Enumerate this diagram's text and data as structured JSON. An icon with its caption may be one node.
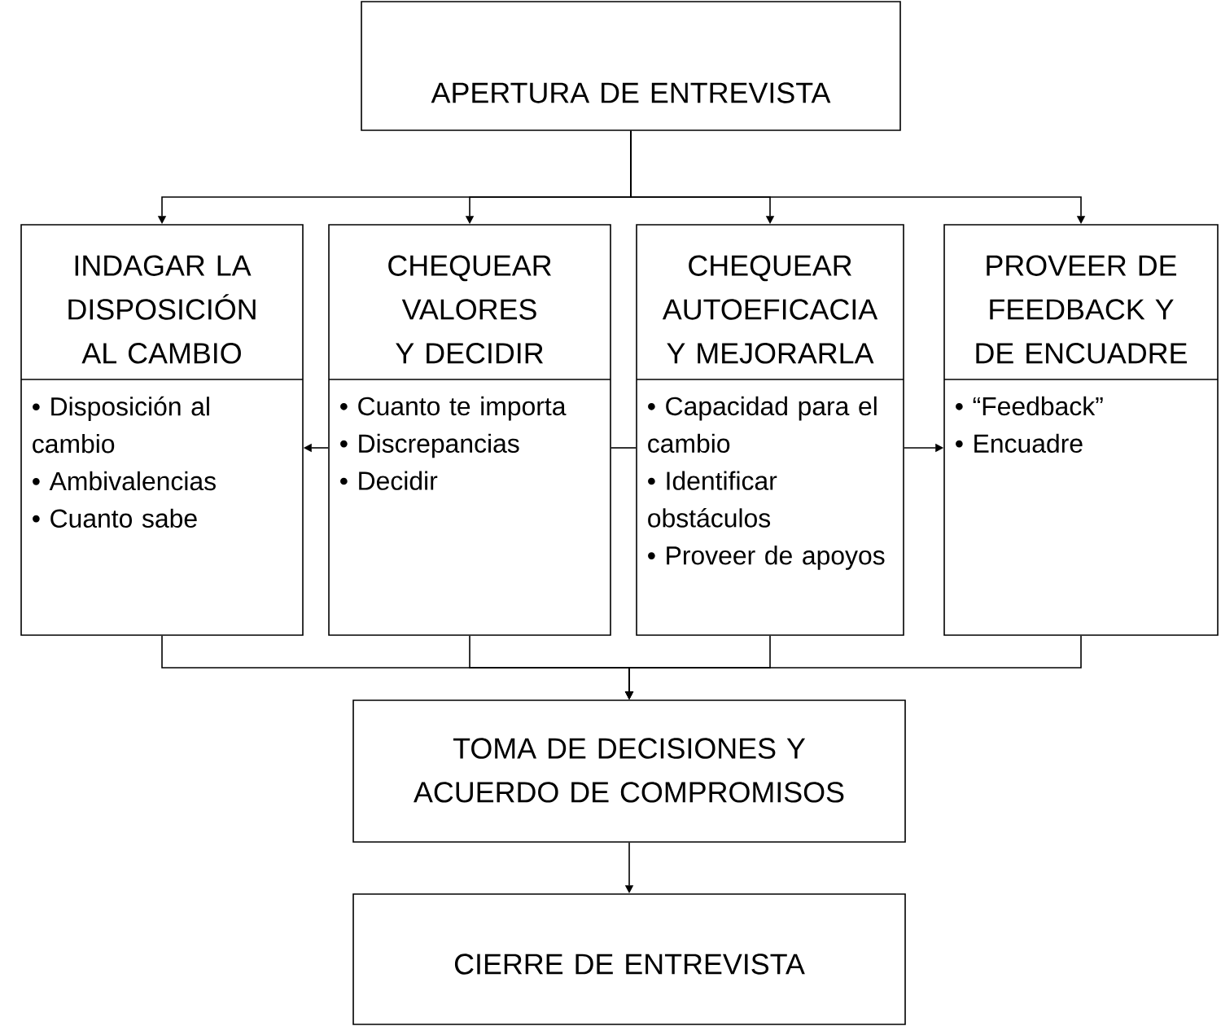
{
  "diagram": {
    "nodes": [
      {
        "text": [
          "APERTURA DE ENTREVISTA"
        ]
      },
      {
        "text": [
          "INDAGAR  LA DISPOSICIÓN AL CAMBIO",
          "• Disposición al cambio",
          "• Ambivalencias",
          "• Cuanto sabe"
        ]
      },
      {
        "text": [
          "CHEQUEAR VALORES Y DECIDIR",
          "• Cuanto te importa",
          "• Discrepancias",
          "• Decidir"
        ]
      },
      {
        "text": [
          "CHEQUEAR AUTOEFICACIA Y MEJORARLA",
          "• Capacidad para el cambio",
          "• Identificar obstáculos",
          "• Proveer de apoyos"
        ]
      },
      {
        "text": [
          "PROVEER DE FEEDBACK Y DE ENCUADRE",
          "• “Feedback”",
          "• Encuadre"
        ]
      },
      {
        "text": [
          "TOMA DE DECISIONES Y ACUERDO DE COMPROMISOS"
        ]
      },
      {
        "text": [
          "CIERRE DE ENTREVISTA"
        ]
      }
    ],
    "edges": [
      {
        "from": 0,
        "to": 1,
        "arrow": "to"
      },
      {
        "from": 0,
        "to": 2,
        "arrow": "to"
      },
      {
        "from": 0,
        "to": 3,
        "arrow": "to"
      },
      {
        "from": 0,
        "to": 4,
        "arrow": "to"
      },
      {
        "from": 2,
        "to": 1,
        "arrow": "to"
      },
      {
        "from": 3,
        "to": 2,
        "arrow": "none"
      },
      {
        "from": 3,
        "to": 4,
        "arrow": "to"
      },
      {
        "from": 1,
        "to": 5,
        "arrow": "to"
      },
      {
        "from": 2,
        "to": 5,
        "arrow": "to"
      },
      {
        "from": 3,
        "to": 5,
        "arrow": "to"
      },
      {
        "from": 4,
        "to": 5,
        "arrow": "to"
      },
      {
        "from": 5,
        "to": 6,
        "arrow": "to"
      }
    ]
  }
}
